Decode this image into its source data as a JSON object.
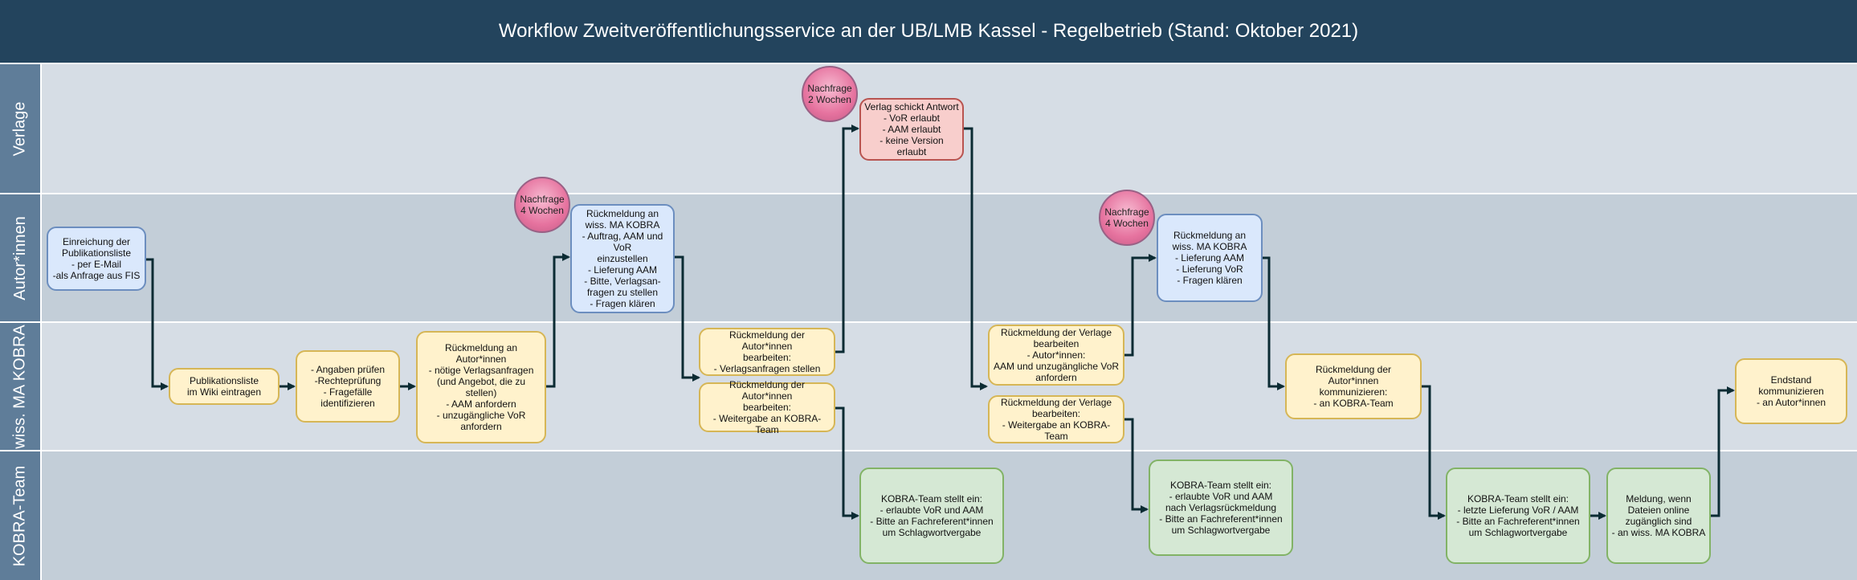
{
  "title": "Workflow Zweitveröffentlichungsservice an der UB/LMB Kassel - Regelbetrieb (Stand: Oktober 2021)",
  "colors": {
    "title_bar": "#23445d",
    "lane_label": "#5f7d99",
    "lane_light": "#d6dde5",
    "lane_dark": "#c3ced8",
    "connector": "#0b2b33",
    "yellow_fill": "#fff2cc",
    "blue_fill": "#dae8fc",
    "red_fill": "#f8cecc",
    "green_fill": "#d5e8d4",
    "reminder_fill": "#e6739f"
  },
  "lanes": {
    "verlage": "Verlage",
    "autorinnen": "Autor*innen",
    "ma_kobra": "wiss. MA KOBRA",
    "kobra_team": "KOBRA-Team"
  },
  "nodes": {
    "einreichung": "Einreichung der\nPublikationsliste\n- per E-Mail\n-als Anfrage aus FIS",
    "publikationsliste": "Publikationsliste\nim Wiki eintragen",
    "angaben": "- Angaben prüfen\n-Rechteprüfung\n- Fragefälle\nidentifizieren",
    "rueckmeldung_autor1": "Rückmeldung an\nAutor*innen\n- nötige Verlagsanfragen\n(und Angebot, die zu stellen)\n- AAM anfordern\n- unzugängliche VoR\nanfordern",
    "rueckmeldung_ma1": "Rückmeldung an\nwiss. MA KOBRA\n- Auftrag, AAM und VoR\neinzustellen\n- Lieferung AAM\n- Bitte, Verlagsan-\nfragen zu stellen\n- Fragen klären",
    "bearbeiten_verlag": "Rückmeldung der Autor*innen\nbearbeiten:\n- Verlagsanfragen stellen",
    "bearbeiten_kobra": "Rückmeldung der Autor*innen\nbearbeiten:\n- Weitergabe an KOBRA-Team",
    "verlag_antwort": "Verlag schickt Antwort\n- VoR erlaubt\n- AAM erlaubt\n- keine Version erlaubt",
    "verlage_bearbeiten1": "Rückmeldung der Verlage\nbearbeiten\n- Autor*innen:\nAAM und unzugängliche VoR\nanfordern",
    "verlage_bearbeiten2": "Rückmeldung der Verlage\nbearbeiten:\n- Weitergabe an KOBRA-Team",
    "rueckmeldung_ma2": "Rückmeldung an\nwiss. MA KOBRA\n- Lieferung AAM\n- Lieferung VoR\n- Fragen klären",
    "autor_kommunizieren": "Rückmeldung der Autor*innen\nkommunizieren:\n- an KOBRA-Team",
    "endstand": "Endstand\nkommunizieren\n- an Autor*innen",
    "kobra1": "KOBRA-Team stellt ein:\n- erlaubte VoR und AAM\n- Bitte an Fachreferent*innen\num Schlagwortvergabe",
    "kobra2": "KOBRA-Team stellt ein:\n- erlaubte VoR und AAM\nnach Verlagsrückmeldung\n- Bitte an Fachreferent*innen\num Schlagwortvergabe",
    "kobra3": "KOBRA-Team stellt ein:\n- letzte Lieferung VoR / AAM\n- Bitte an Fachreferent*innen\num Schlagwortvergabe",
    "meldung": "Meldung, wenn\nDateien online\nzugänglich sind\n- an wiss. MA KOBRA"
  },
  "reminders": {
    "r1": "Nachfrage\n4 Wochen",
    "r2": "Nachfrage\n2 Wochen",
    "r3": "Nachfrage\n4 Wochen"
  }
}
